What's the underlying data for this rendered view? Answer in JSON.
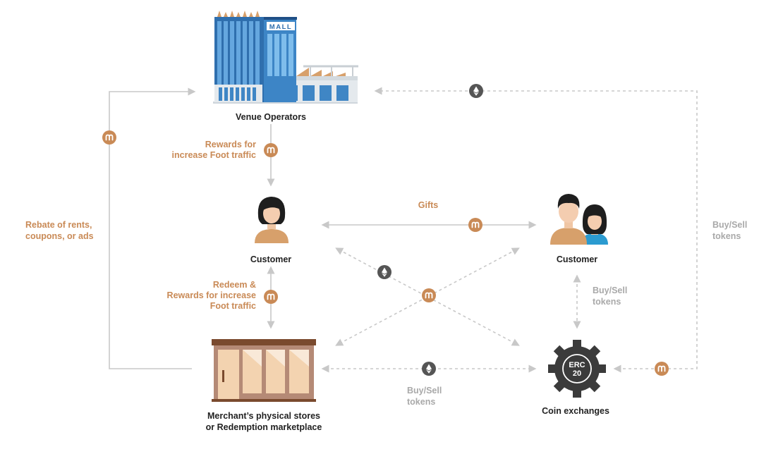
{
  "nodes": {
    "venue_operators": "Venue Operators",
    "mall_sign": "MALL",
    "customer_left": "Customer",
    "customer_right": "Customer",
    "merchant_line1": "Merchant’s physical stores",
    "merchant_line2": "or Redemption marketplace",
    "coin_exchanges": "Coin exchanges",
    "erc_line1": "ERC",
    "erc_line2": "20"
  },
  "edges": {
    "rewards_foot_line1": "Rewards for",
    "rewards_foot_line2": "increase Foot traffic",
    "gifts": "Gifts",
    "redeem_line1": "Redeem &",
    "redeem_line2": "Rewards for increase",
    "redeem_line3": "Foot traffic",
    "rebate_line1": "Rebate of rents,",
    "rebate_line2": "coupons, or ads",
    "buy_sell_right_line1": "Buy/Sell",
    "buy_sell_right_line2": "tokens",
    "buy_sell_mid_line1": "Buy/Sell",
    "buy_sell_mid_line2": "tokens",
    "buy_sell_bottom_line1": "Buy/Sell",
    "buy_sell_bottom_line2": "tokens"
  },
  "coin_symbol": "m",
  "colors": {
    "token_orange": "#c98a56",
    "eth_dark": "#555555",
    "arrow_gray": "#c8c8c8",
    "label_gray": "#a9a9a9",
    "label_dark": "#222222"
  }
}
